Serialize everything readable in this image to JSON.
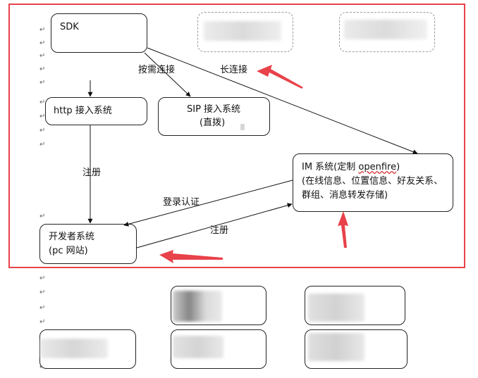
{
  "sdk": {
    "label": "SDK"
  },
  "http": {
    "label": "http 接入系统"
  },
  "sip": {
    "line1": "SIP 接入系统",
    "line2": "(直拨)"
  },
  "im": {
    "line1_prefix": "IM 系统(定制 ",
    "line1_word": "openfire",
    "line1_suffix": ")",
    "line2": "(在线信息、位置信息、好友关系、",
    "line3": "群组、消息转发存储)"
  },
  "dev": {
    "line1": "开发者系统",
    "line2": "(pc 网站)"
  },
  "edges": {
    "on_demand": "按需连接",
    "long_conn": "长连接",
    "register_left": "注册",
    "login_auth": "登录认证",
    "register_bottom": "注册"
  },
  "marks": {
    "paragraph": "↵"
  },
  "colors": {
    "highlight_frame": "#e8424a",
    "annotation_arrow": "#e8424a",
    "edge": "#111111"
  }
}
